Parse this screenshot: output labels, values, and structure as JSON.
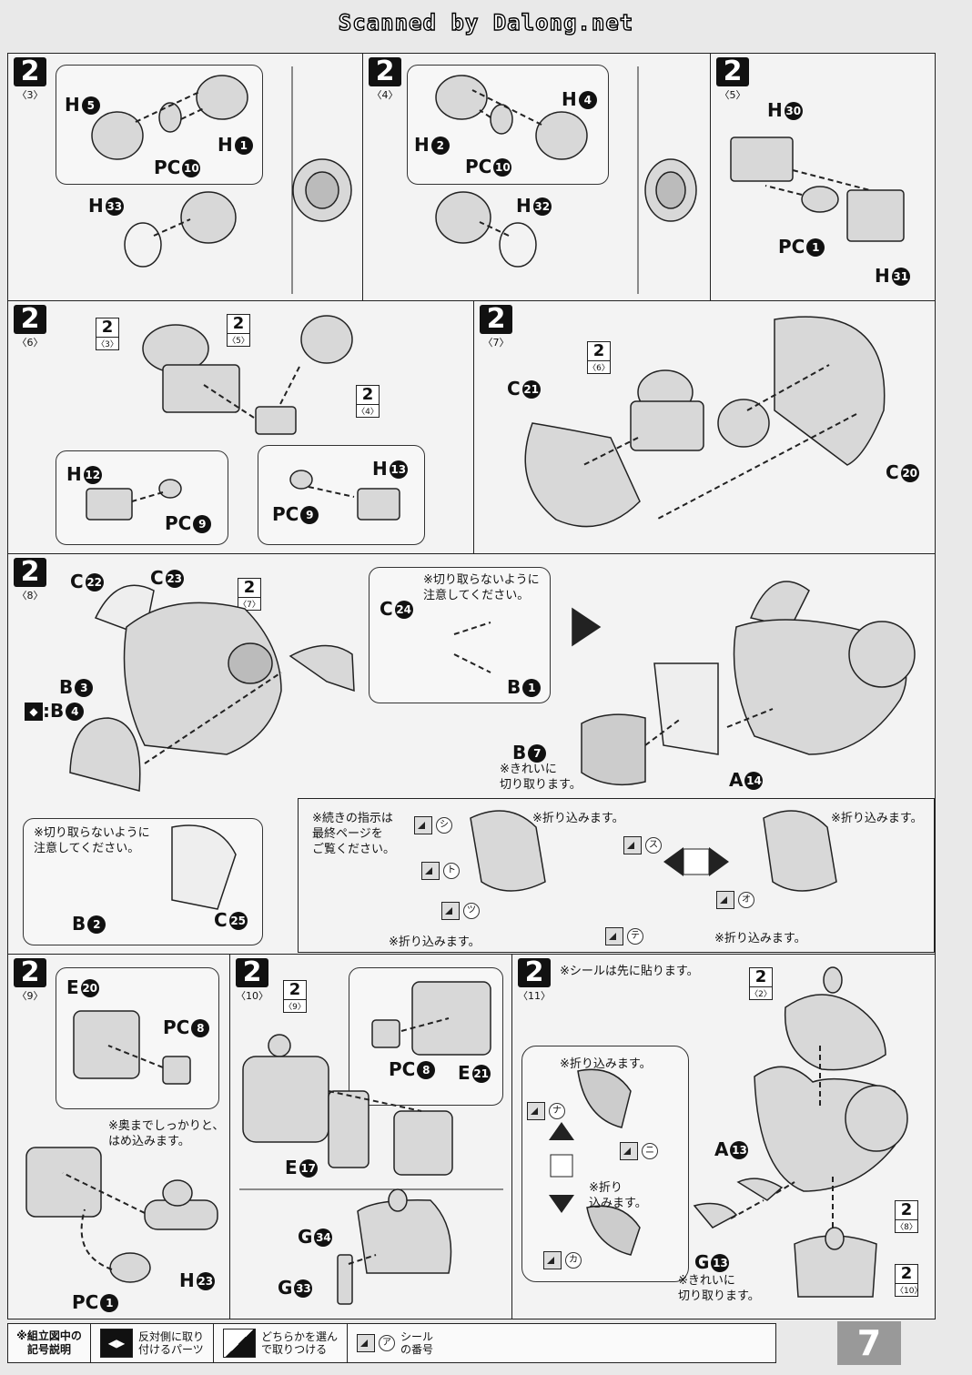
{
  "banner": "Scanned by Dalong.net",
  "steps": {
    "s3": {
      "num": "2",
      "sub": "〈3〉"
    },
    "s4": {
      "num": "2",
      "sub": "〈4〉"
    },
    "s5": {
      "num": "2",
      "sub": "〈5〉"
    },
    "s6": {
      "num": "2",
      "sub": "〈6〉"
    },
    "s7": {
      "num": "2",
      "sub": "〈7〉"
    },
    "s8": {
      "num": "2",
      "sub": "〈8〉"
    },
    "s9": {
      "num": "2",
      "sub": "〈9〉"
    },
    "s10": {
      "num": "2",
      "sub": "〈10〉"
    },
    "s11": {
      "num": "2",
      "sub": "〈11〉"
    }
  },
  "refs": {
    "r3": {
      "num": "2",
      "sub": "〈3〉"
    },
    "r5": {
      "num": "2",
      "sub": "〈5〉"
    },
    "r4": {
      "num": "2",
      "sub": "〈4〉"
    },
    "r6": {
      "num": "2",
      "sub": "〈6〉"
    },
    "r7": {
      "num": "2",
      "sub": "〈7〉"
    },
    "r9": {
      "num": "2",
      "sub": "〈9〉"
    },
    "r2": {
      "num": "2",
      "sub": "〈2〉"
    },
    "r8": {
      "num": "2",
      "sub": "〈8〉"
    },
    "r10": {
      "num": "2",
      "sub": "〈10〉"
    }
  },
  "parts": {
    "p3_h5": {
      "l": "H",
      "n": "5"
    },
    "p3_h1": {
      "l": "H",
      "n": "1"
    },
    "p3_pc10": {
      "l": "PC",
      "n": "10"
    },
    "p3_h33": {
      "l": "H",
      "n": "33"
    },
    "p4_h2": {
      "l": "H",
      "n": "2"
    },
    "p4_h4": {
      "l": "H",
      "n": "4"
    },
    "p4_pc10": {
      "l": "PC",
      "n": "10"
    },
    "p4_h32": {
      "l": "H",
      "n": "32"
    },
    "p5_h30": {
      "l": "H",
      "n": "30"
    },
    "p5_pc1": {
      "l": "PC",
      "n": "1"
    },
    "p5_h31": {
      "l": "H",
      "n": "31"
    },
    "p6_h12": {
      "l": "H",
      "n": "12"
    },
    "p6_pc9a": {
      "l": "PC",
      "n": "9"
    },
    "p6_h13": {
      "l": "H",
      "n": "13"
    },
    "p6_pc9b": {
      "l": "PC",
      "n": "9"
    },
    "p7_c21": {
      "l": "C",
      "n": "21"
    },
    "p7_c20": {
      "l": "C",
      "n": "20"
    },
    "p8_c22": {
      "l": "C",
      "n": "22"
    },
    "p8_c23": {
      "l": "C",
      "n": "23"
    },
    "p8_b3": {
      "l": "B",
      "n": "3"
    },
    "p8_b4": {
      "l": ":B",
      "n": "4"
    },
    "p8_c24": {
      "l": "C",
      "n": "24"
    },
    "p8_b1": {
      "l": "B",
      "n": "1"
    },
    "p8_b7": {
      "l": "B",
      "n": "7"
    },
    "p8_a14": {
      "l": "A",
      "n": "14"
    },
    "p8_b2": {
      "l": "B",
      "n": "2"
    },
    "p8_c25": {
      "l": "C",
      "n": "25"
    },
    "p9_e20": {
      "l": "E",
      "n": "20"
    },
    "p9_pc8": {
      "l": "PC",
      "n": "8"
    },
    "p9_pc1": {
      "l": "PC",
      "n": "1"
    },
    "p9_h23": {
      "l": "H",
      "n": "23"
    },
    "p10_pc8": {
      "l": "PC",
      "n": "8"
    },
    "p10_e21": {
      "l": "E",
      "n": "21"
    },
    "p10_e17": {
      "l": "E",
      "n": "17"
    },
    "p10_g34": {
      "l": "G",
      "n": "34"
    },
    "p10_g33": {
      "l": "G",
      "n": "33"
    },
    "p11_a13": {
      "l": "A",
      "n": "13"
    },
    "p11_g13": {
      "l": "G",
      "n": "13"
    }
  },
  "notes": {
    "n8_care": "※切り取らないように\n注意してください。",
    "n8_cut": "※きれいに\n切り取ります。",
    "n8_care2": "※切り取らないように\n注意してください。",
    "n8_cont": "※続きの指示は\n最終ページを\nご覧ください。",
    "n8_fold1": "※折り込みます。",
    "n8_fold2": "※折り込みます。",
    "n8_fold3": "※折り込みます。",
    "n8_fold4": "※折り込みます。",
    "n9_push": "※奥までしっかりと、\nはめ込みます。",
    "n11_seal": "※シールは先に貼ります。",
    "n11_fold1": "※折り込みます。",
    "n11_fold2": "※折り\n込みます。",
    "n11_cut": "※きれいに\n切り取ります。"
  },
  "seals": [
    "シ",
    "ス",
    "ト",
    "ツ",
    "テ",
    "オ",
    "ナ",
    "ニ",
    "カ"
  ],
  "legend": {
    "title": "※組立図中の\n記号説明",
    "item1": "反対側に取り\n付けるパーツ",
    "item2": "どちらかを選ん\nで取りつける",
    "item3_char": "ア",
    "item3": "シール\nの番号"
  },
  "page_number": "7"
}
